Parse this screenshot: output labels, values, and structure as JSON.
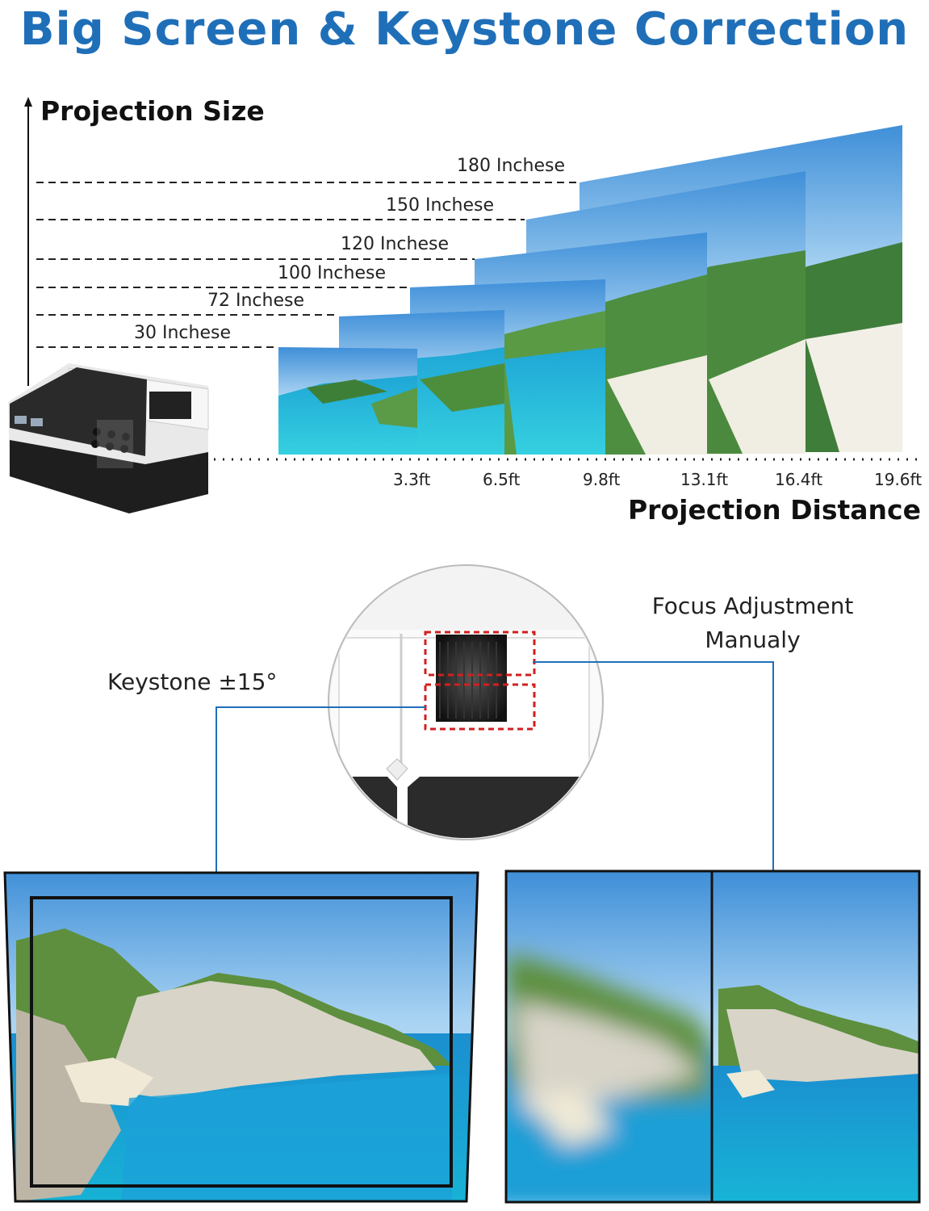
{
  "title": "Big Screen & Keystone Correction",
  "size_axis_label": "Projection Size",
  "distance_axis_label": "Projection Distance",
  "sizes": [
    "180 Inchese",
    "150 Inchese",
    "120 Inchese",
    "100 Inchese",
    "72 Inchese",
    "30 Inchese"
  ],
  "distances": [
    "3.3ft",
    "6.5ft",
    "9.8ft",
    "13.1ft",
    "16.4ft",
    "19.6ft"
  ],
  "focus_label_line1": "Focus Adjustment",
  "focus_label_line2": "Manualy",
  "keystone_label": "Keystone ±15°",
  "colors": {
    "title": "#1f6fb8",
    "callout_line": "#1f6fb8",
    "frame": "#111111"
  }
}
